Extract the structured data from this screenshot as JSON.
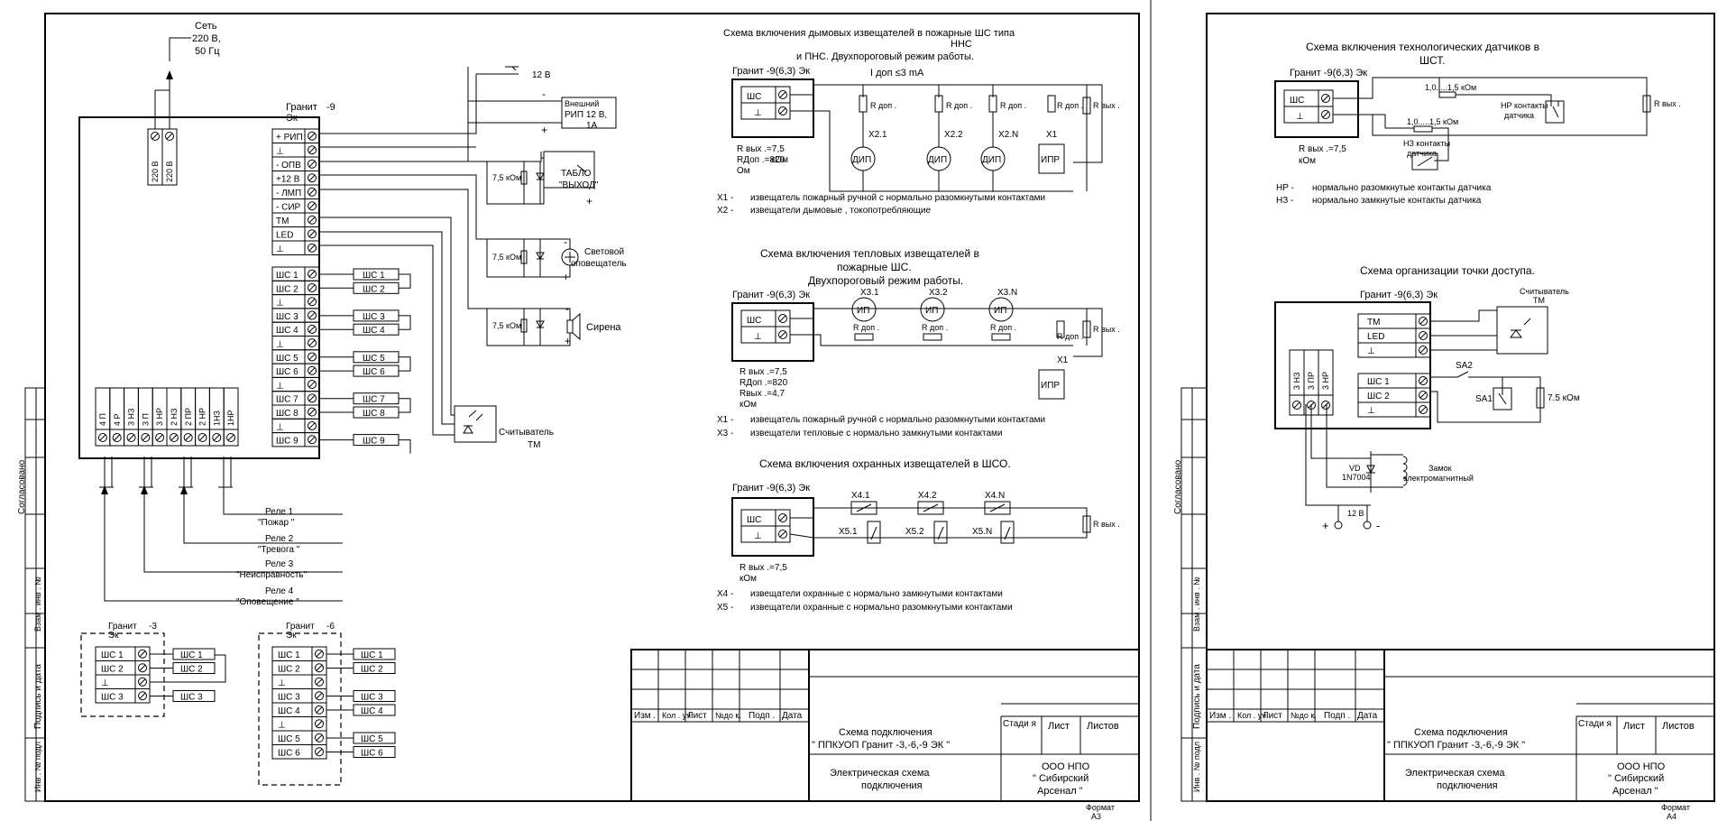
{
  "sheet_a3": {
    "mains": {
      "title": "Сеть",
      "voltage": "220  В,",
      "freq": "50 Гц",
      "term1": "220 В",
      "term2": "220 В"
    },
    "device": {
      "name": "Гранит",
      "model": "-9",
      "suffix": "Эк"
    },
    "terminals": [
      "+ РИП",
      "⊥",
      "- ОПВ",
      "+12 В",
      "- ЛМП",
      "- СИР",
      "ТМ",
      "LED",
      "⊥"
    ],
    "loop_terms": [
      "ШС 1",
      "ШС 2",
      "⊥",
      "ШС 3",
      "ШС 4",
      "⊥",
      "ШС 5",
      "ШС 6",
      "⊥",
      "ШС 7",
      "ШС 8",
      "⊥",
      "ШС 9"
    ],
    "loops_out": [
      "ШС 1",
      "ШС 2",
      "ШС 3",
      "ШС 4",
      "ШС 5",
      "ШС 6",
      "ШС 7",
      "ШС 8",
      "ШС 9"
    ],
    "relay_terms": [
      "4 П",
      "4 Р",
      "3 НЗ",
      "3 П",
      "3 НР",
      "2 НЗ",
      "2 ПР",
      "2 НР",
      "1НЗ",
      "1НР"
    ],
    "relays": [
      {
        "label": "Реле      1",
        "name": "\"Пожар \""
      },
      {
        "label": "Реле      2",
        "name": "\"Тревога    \""
      },
      {
        "label": "Реле      3",
        "name": "\"Неисправность\""
      },
      {
        "label": "Реле      4",
        "name": "\"Оповещение    \""
      }
    ],
    "peripherals": {
      "v12": "12 В",
      "rip": "Внешний РИП    12 В, 1А",
      "tablo_res": "7,5  кОм",
      "tablo": "ТАБЛО \"ВЫХОД\"",
      "light_res": "7,5  кОм",
      "light": "Световой оповещатель",
      "siren_res": "7,5  кОм",
      "siren": "Сирена",
      "reader": "Считыватель ТМ"
    },
    "granit3": {
      "name": "Гранит",
      "model": "-3",
      "suffix": "Эк",
      "terms": [
        "ШС 1",
        "ШС 2",
        "⊥",
        "ШС 3"
      ],
      "loops": [
        "ШС 1",
        "ШС 2",
        "ШС 3"
      ]
    },
    "granit6": {
      "name": "Гранит",
      "model": "-6",
      "suffix": "Эк",
      "terms": [
        "ШС 1",
        "ШС 2",
        "⊥",
        "ШС 3",
        "ШС 4",
        "⊥",
        "ШС 5",
        "ШС 6"
      ],
      "loops": [
        "ШС 1",
        "ШС 2",
        "ШС 3",
        "ШС 4",
        "ШС 5",
        "ШС 6"
      ]
    },
    "smoke": {
      "title1": "Схема включения дымовых извещателей в пожарные ШС типа",
      "title2": "ННС",
      "title3": "и ПНС. Двухпороговый режим работы.",
      "device": "Гранит      -9(6,3)     Эк",
      "current": "I доп ≤3 mA",
      "terms": [
        "ШС",
        "⊥"
      ],
      "rdop": "R доп .",
      "rvyh": "R вых .",
      "ids": [
        "X2.1",
        "X2.2",
        "X2.N",
        "X1"
      ],
      "dip": "ДИП",
      "ipr": "ИПР",
      "r1": "R вых .=7,5",
      "r2": "RДоп .=820",
      "r3": "кОм",
      "r4": "Ом",
      "leg1a": "Х1 -",
      "leg1b": "извещатель пожарный ручной с нормально разомкнутыми контактами",
      "leg2a": "Х2 -",
      "leg2b": "извещатели дымовые            ,   токопотребляющие"
    },
    "heat": {
      "title1": "Схема включения тепловых извещателей в",
      "title2": "пожарные ШС.",
      "title3": "Двухпороговый режим работы.",
      "device": "Гранит      -9(6,3)     Эк",
      "ids": [
        "Х3.1",
        "Х3.2",
        "Х3.N",
        "X1"
      ],
      "ip": "ИП",
      "ipr": "ИПР",
      "rdop": "R доп .",
      "rvyh": "R вых .",
      "r1": "R вых .=7,5",
      "r2": "RДоп .=820",
      "r3": "Rвых .=4,7",
      "r4": "кОм",
      "leg1a": "Х1 -",
      "leg1b": "извещатель пожарный ручной с нормально разомкнутыми контактами",
      "leg2a": "Х3 -",
      "leg2b": "извещатели тепловые с нормально замкнутыми контактами"
    },
    "security": {
      "title": "Схема включения охранных извещателей в ШСО.",
      "device": "Гранит      -9(6,3)     Эк",
      "top_ids": [
        "Х4.1",
        "Х4.2",
        "Х4.N"
      ],
      "bot_ids": [
        "Х5.1",
        "Х5.2",
        "Х5.N"
      ],
      "rvyh": "R вых .",
      "r1": "R вых .=7,5",
      "r2": "кОм",
      "leg1a": "Х4 -",
      "leg1b": "извещатели охранные с нормально замкнутыми контактами",
      "leg2a": "Х5 -",
      "leg2b": "извещатели охранные с нормально разомкнутыми контактами"
    },
    "titleblock": {
      "cols": [
        "Изм .",
        "Кол . уч",
        "Лист",
        "№до к.",
        "Подп .",
        "Дата"
      ],
      "stage": "Стади я",
      "sheet": "Лист",
      "sheets": "Листов",
      "name1": "Схема подключения",
      "name2": "\" ППКУОП Гранит           -3,-6,-9         ЭК \"",
      "doc1": "Электрическая схема",
      "doc2": "подключения",
      "org1": "ООО НПО",
      "org2": "\" Сибирский",
      "org3": "Арсенал     \"",
      "format1": "Формат",
      "format2": "А3"
    },
    "side": {
      "s1": "Согласовано",
      "s2": "Взам .  инв .  №",
      "s3": "Подпись и дата",
      "s4": "Инв .  №   подл ."
    }
  },
  "sheet_a4": {
    "tech": {
      "title1": "Схема включения технологических датчиков в",
      "title2": "ШСТ.",
      "device": "Гранит      -9(6,3)     Эк",
      "terms": [
        "ШС",
        "⊥"
      ],
      "r_top": "1,0.....1,5      кОм",
      "r_mid": "1,0.....1,5      кОм",
      "np_label": "НР контакты датчика",
      "nz_label": "НЗ контакты датчика",
      "rvyh": "R вых .",
      "r1": "R вых .=7,5",
      "r2": "кОм",
      "leg1a": "НР  -",
      "leg1b": "нормально разомкнутые контакты датчика",
      "leg2a": "НЗ  -",
      "leg2b": "нормально замкнутые контакты датчика"
    },
    "access": {
      "title": "Схема организации точки доступа.",
      "device": "Гранит      -9(6,3)     Эк",
      "terms": [
        "ТМ",
        "LED",
        "⊥",
        "ШС 1",
        "ШС 2",
        "⊥"
      ],
      "relay_terms": [
        "3 НЗ",
        "3 ПР",
        "3 НР"
      ],
      "reader": "Считыватель ТМ",
      "sa1": "SA1",
      "sa2": "SA2",
      "res": "7.5     кОм",
      "vd": "VD 1N7004",
      "lock": "Замок электромагнитный",
      "v12": "12 В",
      "plus": "+",
      "minus": "-"
    },
    "titleblock": {
      "cols": [
        "Изм .",
        "Кол . уч",
        "Лист",
        "№до к.",
        "Подп .",
        "Дата"
      ],
      "stage": "Стади я",
      "sheet": "Лист",
      "sheets": "Листов",
      "name1": "Схема подключения",
      "name2": "\" ППКУОП Гранит           -3,-6,-9         ЭК \"",
      "doc1": "Электрическая схема",
      "doc2": "подключения",
      "org1": "ООО НПО",
      "org2": "\" Сибирский",
      "org3": "Арсенал     \"",
      "format1": "Формат",
      "format2": "А4"
    },
    "side": {
      "s1": "Согласовано",
      "s2": "Взам .  инв .  №",
      "s3": "Подпись и дата",
      "s4": "Инв .  №   подл ."
    }
  }
}
